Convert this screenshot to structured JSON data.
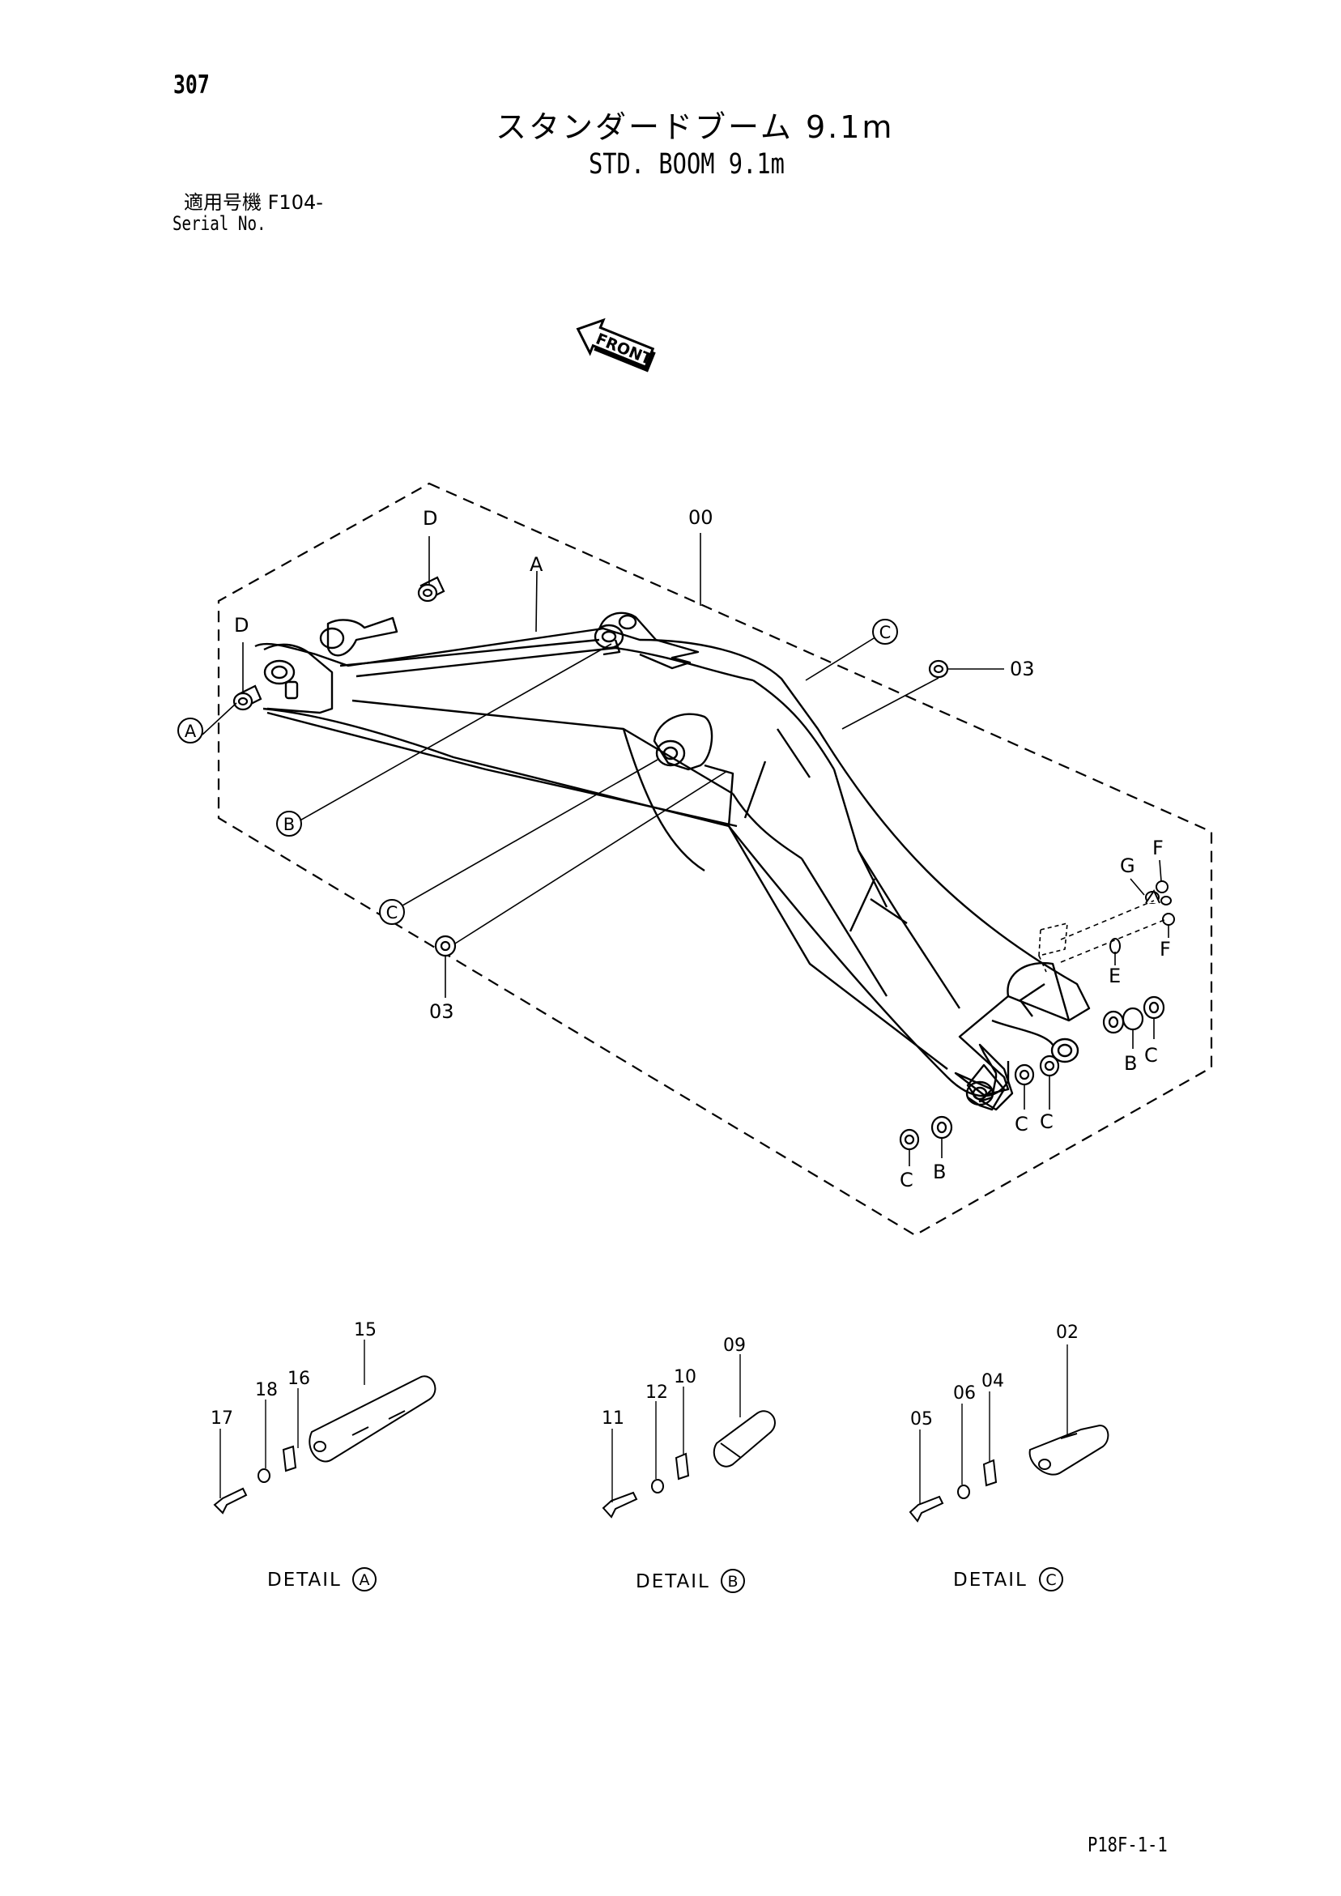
{
  "header": {
    "page_number": "307",
    "title_jp": "スタンダードブーム 9.1m",
    "title_en": "STD. BOOM 9.1m",
    "serial_label_jp": "適用号機 F104-",
    "serial_label_en": "Serial No."
  },
  "orientation": {
    "label": "FRONT",
    "icon": "front-arrow-icon"
  },
  "main_callouts": {
    "boom": "00",
    "boom_upper": "A",
    "pin_d_top": "D",
    "pin_d_left": "D",
    "bushing_03_right": "03",
    "bushing_03_left": "03",
    "detail_a_ref": "A",
    "detail_b_ref": "B",
    "detail_c_ref_upper": "C",
    "detail_c_ref_lower": "C",
    "g_label": "G",
    "f_label_top": "F",
    "f_label_bottom": "F",
    "e_label": "E",
    "b_label_right": "B",
    "c_label_right": "C",
    "c_label_mid1": "C",
    "c_label_mid2": "C",
    "c_label_bottom": "C",
    "b_label_bottom": "B"
  },
  "details": [
    {
      "caption_prefix": "DETAIL",
      "ref": "A",
      "pin": "15",
      "plate": "16",
      "washer": "18",
      "bolt": "17"
    },
    {
      "caption_prefix": "DETAIL",
      "ref": "B",
      "pin": "09",
      "plate": "10",
      "washer": "12",
      "bolt": "11"
    },
    {
      "caption_prefix": "DETAIL",
      "ref": "C",
      "pin": "02",
      "plate": "04",
      "washer": "06",
      "bolt": "05"
    }
  ],
  "footer": {
    "code": "P18F-1-1"
  }
}
